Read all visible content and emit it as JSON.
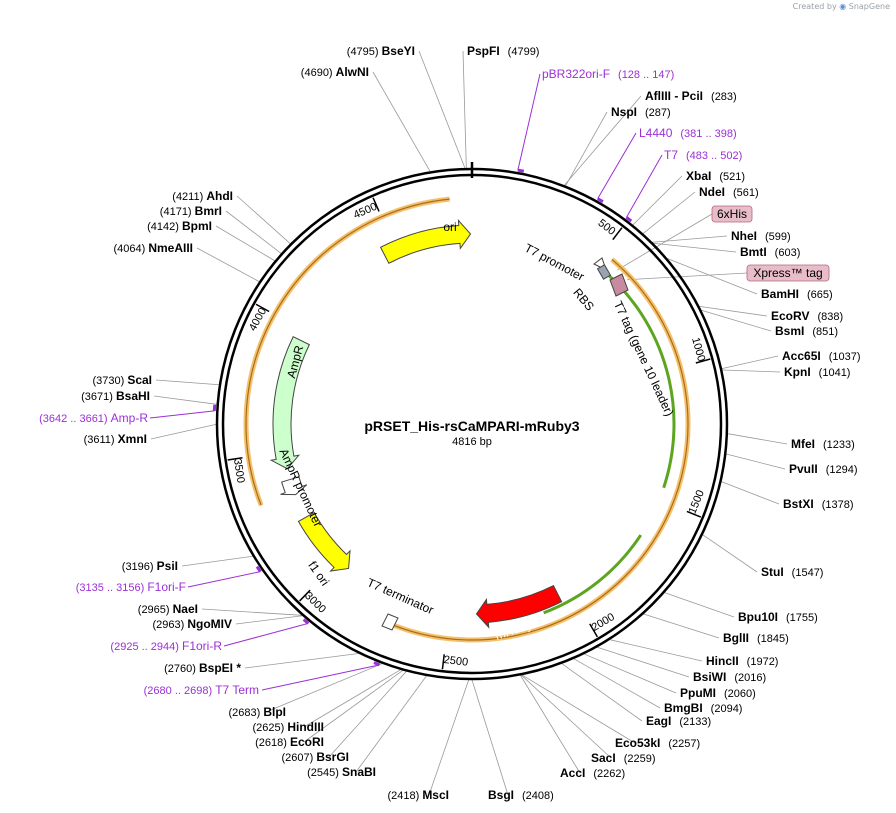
{
  "header": {
    "created_by": "Created by",
    "brand": "SnapGene"
  },
  "plasmid": {
    "name": "pRSET_His-rsCaMPARI-mRuby3",
    "length_label": "4816 bp",
    "length": 4816
  },
  "colors": {
    "ori": "#ffff00",
    "ampr": "#ccffcc",
    "f1ori": "#ffff00",
    "mruby": "#ff0000",
    "orf_fill": "#f5c06a",
    "orf_line": "#a86c1b",
    "green": "#5da51f",
    "primer": "#9b30d6",
    "tag_fill": "#e8bcc8",
    "tag_stroke": "#b06a80"
  },
  "ticks": [
    {
      "bp": 500,
      "label": "500"
    },
    {
      "bp": 1000,
      "label": "1000"
    },
    {
      "bp": 1500,
      "label": "1500"
    },
    {
      "bp": 2000,
      "label": "2000"
    },
    {
      "bp": 2500,
      "label": "2500"
    },
    {
      "bp": 3000,
      "label": "3000"
    },
    {
      "bp": 3500,
      "label": "3500"
    },
    {
      "bp": 4000,
      "label": "4000"
    },
    {
      "bp": 4500,
      "label": "4500"
    }
  ],
  "features": [
    {
      "id": "ori",
      "label": "ori",
      "start": 4380,
      "end": 4800
    },
    {
      "id": "ampr",
      "label": "AmpR",
      "start": 3880,
      "end": 3400
    },
    {
      "id": "ampr-promoter",
      "label": "AmpR promoter",
      "start": 3360,
      "end": 3300
    },
    {
      "id": "f1-ori",
      "label": "f1 ori",
      "start": 3220,
      "end": 2930
    },
    {
      "id": "mruby3",
      "label": "mRuby3",
      "start": 2000,
      "end": 2300
    },
    {
      "id": "t7-terminator",
      "label": "T7 terminator",
      "start": 2680,
      "end": 2640
    },
    {
      "id": "t7-promoter",
      "label": "T7 promoter"
    },
    {
      "id": "rbs",
      "label": "RBS"
    },
    {
      "id": "t7-tag",
      "label": "T7 tag (gene 10 leader)"
    }
  ],
  "sites_right": [
    {
      "name": "PciI",
      "pos": "(283)",
      "prefix": "AflIII  -",
      "bp": 283
    },
    {
      "name": "NspI",
      "pos": "(287)",
      "bp": 287
    },
    {
      "name": "XbaI",
      "pos": "(521)",
      "bp": 521
    },
    {
      "name": "NdeI",
      "pos": "(561)",
      "bp": 561
    },
    {
      "name": "NheI",
      "pos": "(599)",
      "bp": 599
    },
    {
      "name": "BmtI",
      "pos": "(603)",
      "bp": 603
    },
    {
      "name": "BamHI",
      "pos": "(665)",
      "bp": 665
    },
    {
      "name": "EcoRV",
      "pos": "(838)",
      "bp": 838
    },
    {
      "name": "BsmI",
      "pos": "(851)",
      "bp": 851
    },
    {
      "name": "Acc65I",
      "pos": "(1037)",
      "bp": 1037
    },
    {
      "name": "KpnI",
      "pos": "(1041)",
      "bp": 1041
    },
    {
      "name": "MfeI",
      "pos": "(1233)",
      "bp": 1233
    },
    {
      "name": "PvuII",
      "pos": "(1294)",
      "bp": 1294
    },
    {
      "name": "BstXI",
      "pos": "(1378)",
      "bp": 1378
    },
    {
      "name": "StuI",
      "pos": "(1547)",
      "bp": 1547
    },
    {
      "name": "Bpu10I",
      "pos": "(1755)",
      "bp": 1755
    },
    {
      "name": "BglII",
      "pos": "(1845)",
      "bp": 1845
    },
    {
      "name": "HincII",
      "pos": "(1972)",
      "bp": 1972
    },
    {
      "name": "BsiWI",
      "pos": "(2016)",
      "bp": 2016
    },
    {
      "name": "PpuMI",
      "pos": "(2060)",
      "bp": 2060
    },
    {
      "name": "BmgBI",
      "pos": "(2094)",
      "bp": 2094
    },
    {
      "name": "EagI",
      "pos": "(2133)",
      "bp": 2133
    },
    {
      "name": "Eco53kI",
      "pos": "(2257)",
      "bp": 2257
    },
    {
      "name": "SacI",
      "pos": "(2259)",
      "bp": 2259
    },
    {
      "name": "AccI",
      "pos": "(2262)",
      "bp": 2262
    },
    {
      "name": "BsgI",
      "pos": "(2408)",
      "bp": 2408
    },
    {
      "name": "PspFI",
      "pos": "(4799)",
      "bp": 4799
    }
  ],
  "sites_left": [
    {
      "name": "BseYI",
      "pos": "(4795)",
      "bp": 4795
    },
    {
      "name": "AlwNI",
      "pos": "(4690)",
      "bp": 4690
    },
    {
      "name": "AhdI",
      "pos": "(4211)",
      "bp": 4211
    },
    {
      "name": "BmrI",
      "pos": "(4171)",
      "bp": 4171
    },
    {
      "name": "BpmI",
      "pos": "(4142)",
      "bp": 4142
    },
    {
      "name": "NmeAIII",
      "pos": "(4064)",
      "bp": 4064
    },
    {
      "name": "ScaI",
      "pos": "(3730)",
      "bp": 3730
    },
    {
      "name": "BsaHI",
      "pos": "(3671)",
      "bp": 3671
    },
    {
      "name": "XmnI",
      "pos": "(3611)",
      "bp": 3611
    },
    {
      "name": "PsiI",
      "pos": "(3196)",
      "bp": 3196
    },
    {
      "name": "NaeI",
      "pos": "(2965)",
      "bp": 2965
    },
    {
      "name": "NgoMIV",
      "pos": "(2963)",
      "bp": 2963
    },
    {
      "name": "BspEI *",
      "pos": "(2760)",
      "bp": 2760
    },
    {
      "name": "BlpI",
      "pos": "(2683)",
      "bp": 2683
    },
    {
      "name": "HindIII",
      "pos": "(2625)",
      "bp": 2625
    },
    {
      "name": "EcoRI",
      "pos": "(2618)",
      "bp": 2618
    },
    {
      "name": "BsrGI",
      "pos": "(2607)",
      "bp": 2607
    },
    {
      "name": "SnaBI",
      "pos": "(2545)",
      "bp": 2545
    },
    {
      "name": "MscI",
      "pos": "(2418)",
      "bp": 2418
    }
  ],
  "primers": [
    {
      "name": "pBR322ori-F",
      "range": "(128 .. 147)",
      "bp": 137,
      "side": "right"
    },
    {
      "name": "L4440",
      "range": "(381 .. 398)",
      "bp": 390,
      "side": "right"
    },
    {
      "name": "T7",
      "range": "(483 .. 502)",
      "bp": 492,
      "side": "right"
    },
    {
      "name": "Amp-R",
      "range": "(3642 .. 3661)",
      "bp": 3651,
      "side": "left"
    },
    {
      "name": "F1ori-F",
      "range": "(3135 .. 3156)",
      "bp": 3145,
      "side": "left"
    },
    {
      "name": "F1ori-R",
      "range": "(2925 .. 2944)",
      "bp": 2935,
      "side": "left"
    },
    {
      "name": "T7 Term",
      "range": "(2680 .. 2698)",
      "bp": 2689,
      "side": "left"
    }
  ],
  "tags": [
    {
      "name": "6xHis",
      "bp": 580
    },
    {
      "name": "Xpress™ tag",
      "bp": 630
    }
  ]
}
